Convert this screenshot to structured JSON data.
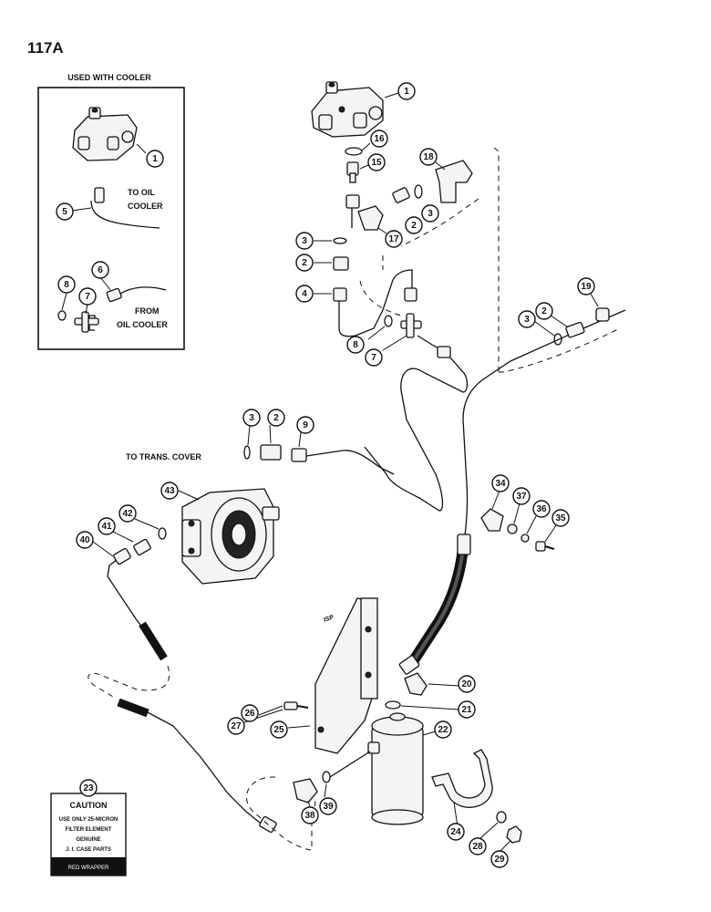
{
  "page_number": "117A",
  "inset": {
    "title": "USED WITH COOLER",
    "to_oil_cooler": [
      "TO OIL",
      "COOLER"
    ],
    "from_oil_cooler": [
      "FROM",
      "OIL COOLER"
    ]
  },
  "labels": {
    "to_trans_cover": "TO TRANS. COVER"
  },
  "caution_label": {
    "heading": "CAUTION",
    "lines": [
      "USE ONLY 25-MICRON",
      "FILTER ELEMENT",
      "GENUINE",
      "J. I. CASE PARTS"
    ],
    "footer": "RED WRAPPER"
  },
  "callouts": {
    "c1_inset": "1",
    "c5": "5",
    "c6": "6",
    "c7_inset": "7",
    "c8_inset": "8",
    "c1": "1",
    "c16": "16",
    "c15": "15",
    "c18": "18",
    "c3_a": "3",
    "c2_a": "2",
    "c17": "17",
    "c3_b": "3",
    "c2_b": "2",
    "c4": "4",
    "c8": "8",
    "c7": "7",
    "c19": "19",
    "c2_c": "2",
    "c3_c": "3",
    "c3_d": "3",
    "c2_d": "2",
    "c9": "9",
    "c43": "43",
    "c42": "42",
    "c41": "41",
    "c40": "40",
    "c34": "34",
    "c37": "37",
    "c36": "36",
    "c35": "35",
    "c20": "20",
    "c21": "21",
    "c22": "22",
    "c26": "26",
    "c27": "27",
    "c25": "25",
    "c23": "23",
    "c38": "38",
    "c39": "39",
    "c24": "24",
    "c28": "28",
    "c29": "29"
  }
}
